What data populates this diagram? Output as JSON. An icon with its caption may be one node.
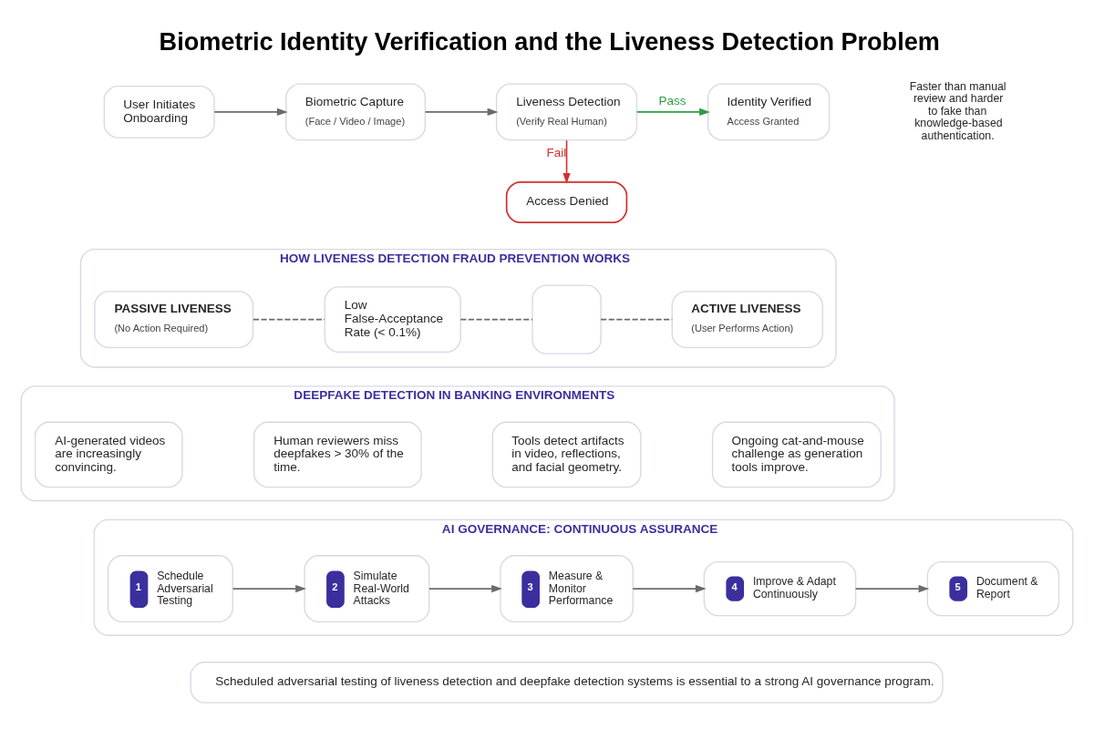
{
  "diagram": {
    "title": "Biometric Identity Verification and the Liveness Detection Problem",
    "nodes": [
      {
        "text": [
          "User Initiates Onboarding"
        ]
      },
      {
        "text": [
          "Biometric Capture",
          "(Face / Video / Image)"
        ]
      },
      {
        "text": [
          "Liveness Detection",
          "(Verify Real Human)"
        ]
      },
      {
        "text": [
          "Identity Verified",
          "Access Granted"
        ]
      },
      {
        "text": [
          "Access Denied"
        ]
      },
      {
        "text": [
          "HOW LIVENESS DETECTION FRAUD PREVENTION WORKS"
        ]
      },
      {
        "text": [
          "PASSIVE LIVENESS",
          "(No Action Required)"
        ],
        "in": 5
      },
      {
        "text": [
          "Low False-Acceptance Rate (< 0.1%)"
        ],
        "in": 5
      },
      {
        "text": [],
        "shape": "box",
        "in": 5
      },
      {
        "text": [
          "ACTIVE LIVENESS",
          "(User Performs Action)"
        ],
        "in": 5
      },
      {
        "text": [
          "DEEPFAKE DETECTION IN BANKING ENVIRONMENTS"
        ]
      },
      {
        "text": [
          "AI-generated videos are increasingly convincing."
        ],
        "in": 10
      },
      {
        "text": [
          "Human reviewers miss deepfakes > 30% of the time."
        ],
        "in": 10
      },
      {
        "text": [
          "Tools detect artifacts in video, reflections, and facial geometry."
        ],
        "in": 10
      },
      {
        "text": [
          "Ongoing cat-and-mouse challenge as generation tools improve."
        ],
        "in": 10
      },
      {
        "text": [
          "AI GOVERNANCE: CONTINUOUS ASSURANCE"
        ]
      },
      {
        "text": [
          "1",
          "Schedule Adversarial Testing"
        ],
        "in": 15
      },
      {
        "text": [
          "2",
          "Simulate Real-World Attacks"
        ],
        "in": 15
      },
      {
        "text": [
          "3",
          "Measure & Monitor Performance"
        ],
        "in": 15
      },
      {
        "text": [
          "4",
          "Improve & Adapt Continuously"
        ],
        "in": 15
      },
      {
        "text": [
          "5",
          "Document & Report"
        ],
        "in": 15
      },
      {
        "text": [
          "Scheduled adversarial testing of liveness detection and deepfake detection systems is essential to a strong AI governance program."
        ]
      }
    ],
    "edges": [
      {
        "from": 0,
        "to": 1,
        "arrow": "to"
      },
      {
        "from": 1,
        "to": 2,
        "arrow": "to"
      },
      {
        "from": 2,
        "to": 3,
        "arrow": "to",
        "label": "Pass",
        "color": "#2e9d44"
      },
      {
        "from": 2,
        "to": 4,
        "arrow": "to",
        "label": "Fail",
        "color": "#d32f2f"
      },
      {
        "from": 6,
        "to": 7,
        "arrow": "none",
        "style": "dashed"
      },
      {
        "from": 7,
        "to": 8,
        "arrow": "none",
        "style": "dashed"
      },
      {
        "from": 8,
        "to": 9,
        "arrow": "none",
        "style": "dashed"
      },
      {
        "from": 16,
        "to": 17,
        "arrow": "to"
      },
      {
        "from": 17,
        "to": 18,
        "arrow": "to"
      },
      {
        "from": 18,
        "to": 19,
        "arrow": "to"
      },
      {
        "from": 19,
        "to": 20,
        "arrow": "to"
      }
    ],
    "labels": [
      "Faster than manual review and harder to fake than knowledge-based authentication."
    ]
  }
}
